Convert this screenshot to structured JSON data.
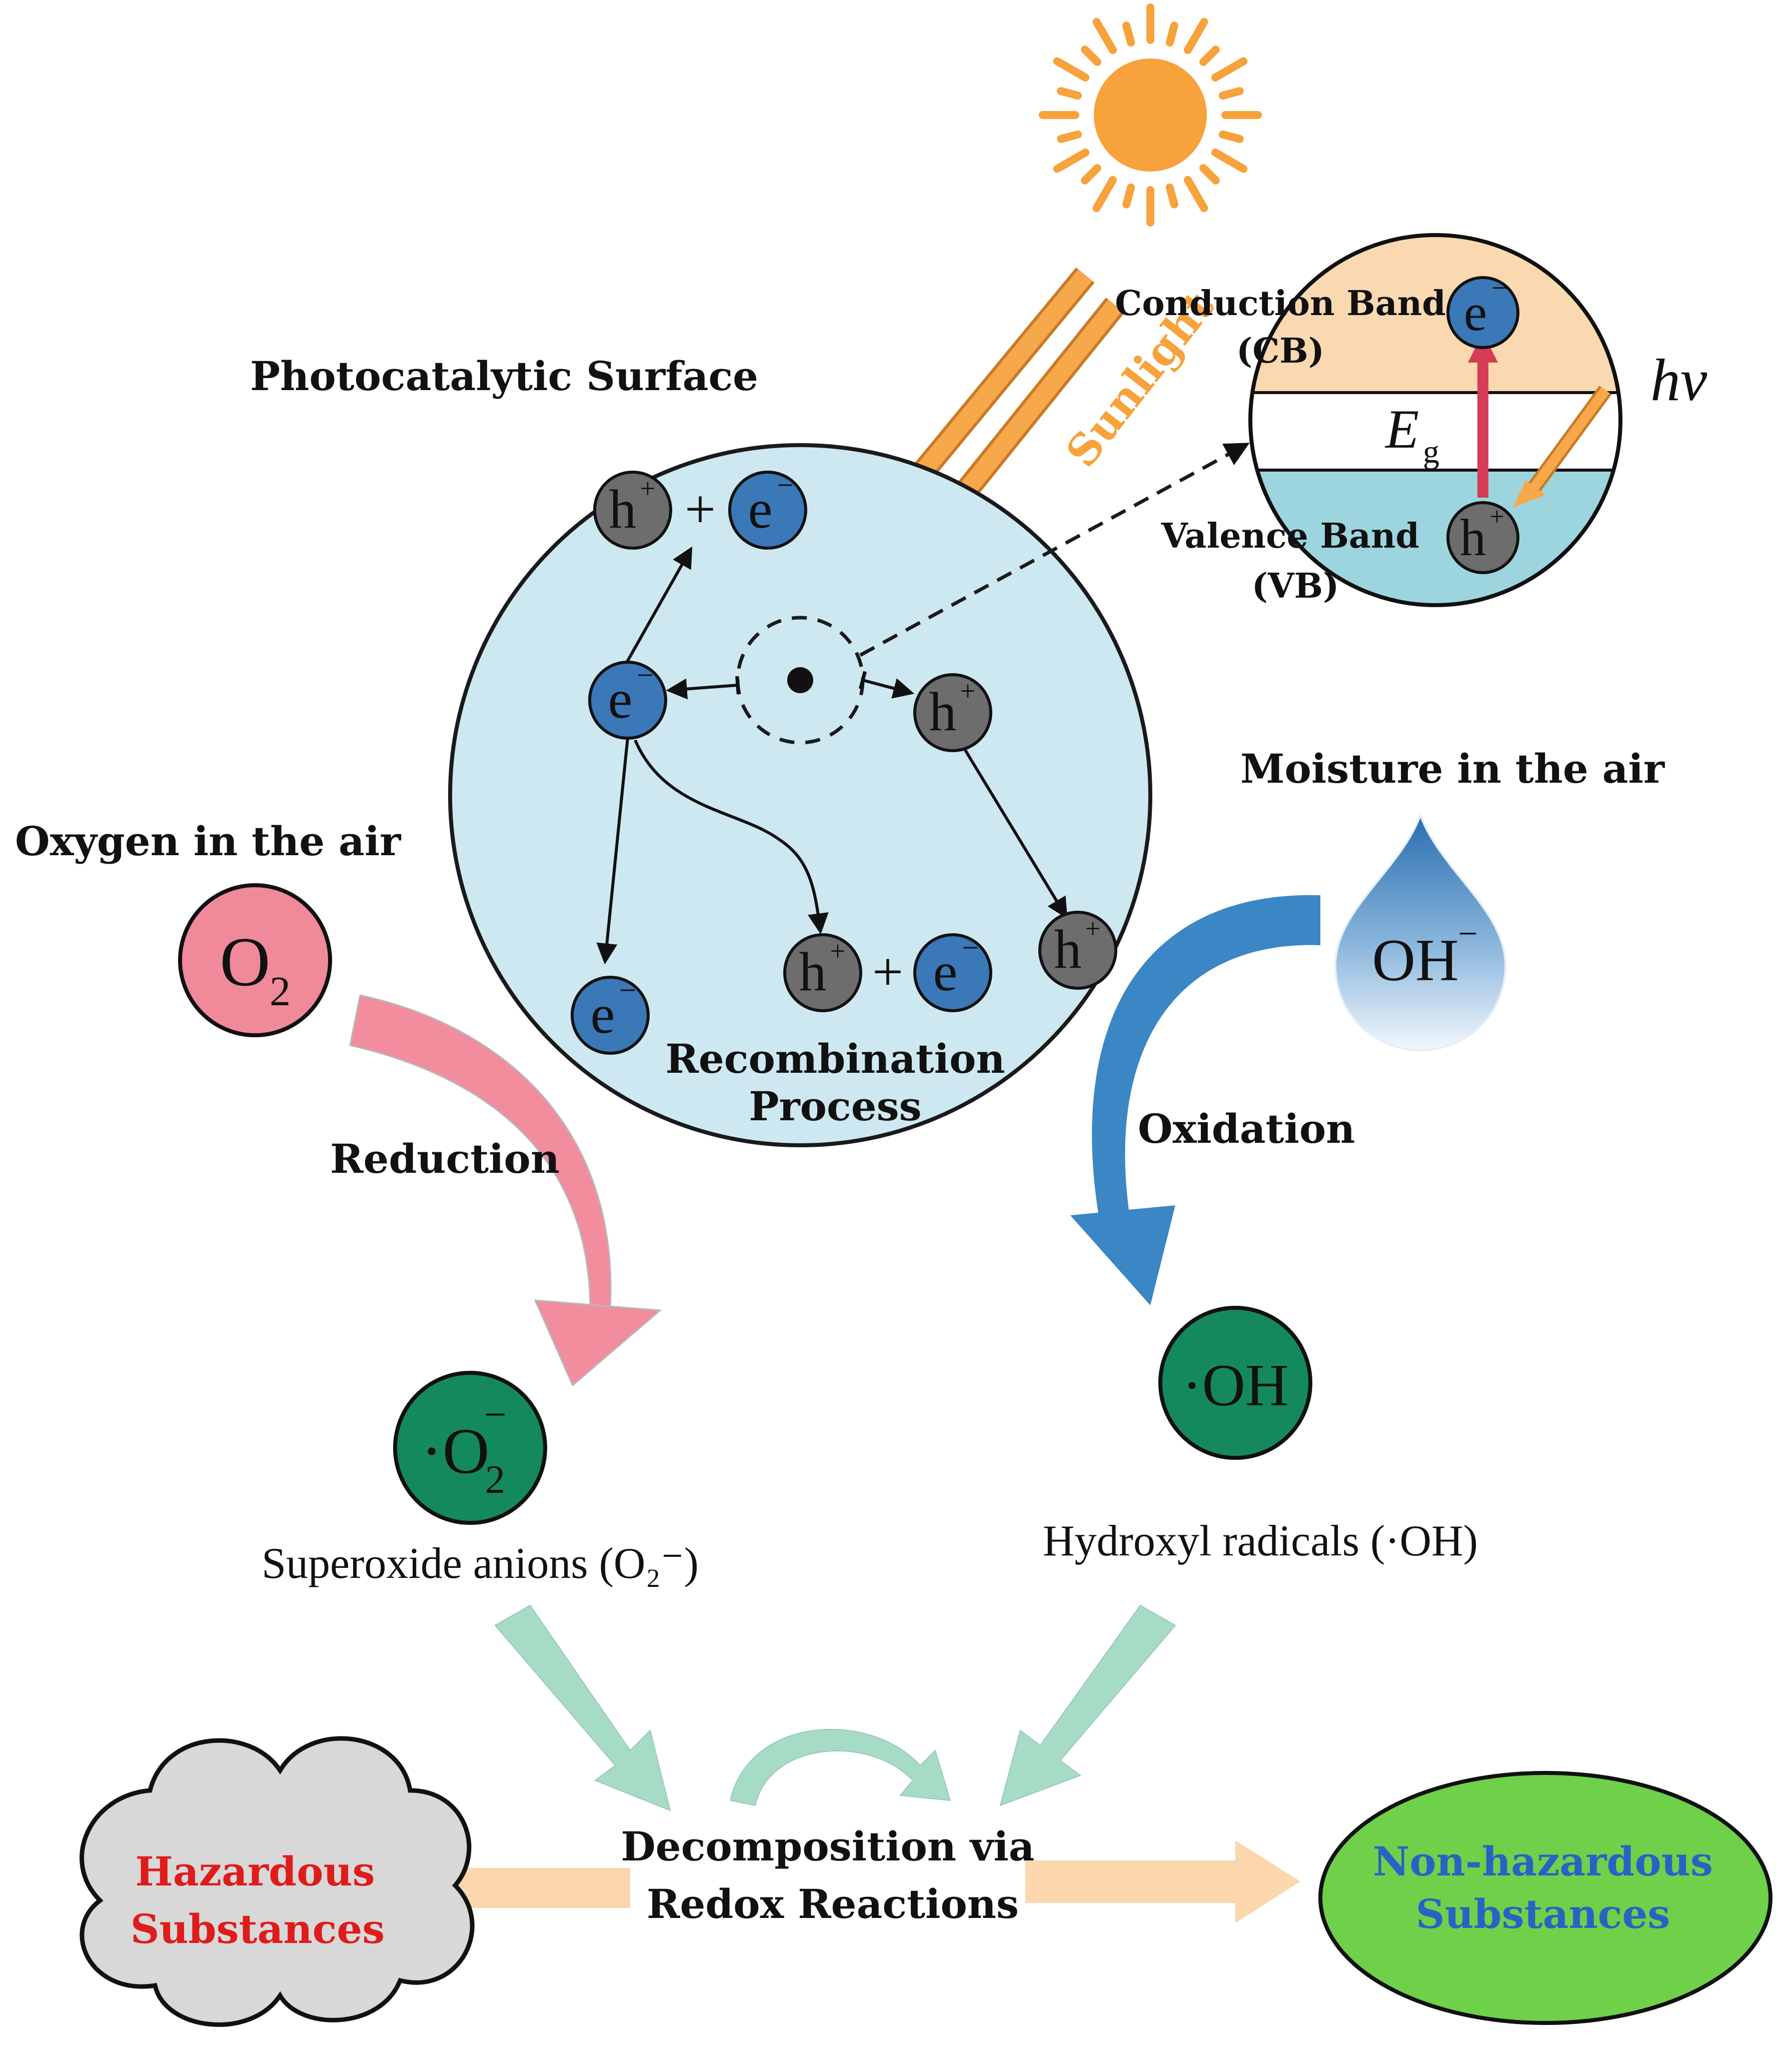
{
  "labels": {
    "photocatalytic_surface": "Photocatalytic Surface",
    "sunlight": "Sunlight",
    "conduction_band": "Conduction Band",
    "cb": "(CB)",
    "valence_band": "Valence Band",
    "vb": "(VB)",
    "hv": "hv",
    "eg_main": "E",
    "eg_sub": "g",
    "recombination_line1": "Recombination",
    "recombination_line2": "Process",
    "oxygen_in_air": "Oxygen in the air",
    "moisture_in_air": "Moisture in the air",
    "reduction": "Reduction",
    "oxidation": "Oxidation",
    "superoxide": "Superoxide anions (O₂⁻)",
    "hydroxyl": "Hydroxyl radicals (·OH)",
    "decomposition_line1": "Decomposition via",
    "decomposition_line2": "Redox Reactions",
    "hazardous_line1": "Hazardous",
    "hazardous_line2": "Substances",
    "nonhazardous_line1": "Non-hazardous",
    "nonhazardous_line2": "Substances"
  },
  "particles": {
    "electron": "e",
    "hole": "h",
    "plus": "+",
    "o2": "O",
    "o2_sub": "2",
    "oh": "OH",
    "minus": "−",
    "superscript_plus": "+",
    "dot_o2": "·O",
    "dot_oh": "·OH"
  },
  "colors": {
    "catalyst_fill": "#cde8f0",
    "electron_fill": "#3a78b8",
    "hole_fill": "#6d6d6d",
    "oxygen_fill": "#f08a9a",
    "radical_fill": "#148a5c",
    "cb_fill": "#fad9b0",
    "vb_fill": "#9dd5df",
    "sun_fill": "#f7a23b",
    "sunlight_beam": "#f7a84a",
    "reduction_arrow": "#f28d9e",
    "oxidation_arrow": "#3b86c4",
    "mint_arrow": "#a6dcc6",
    "process_arrow": "#fcd6ad",
    "hazardous_text": "#e01b1b",
    "nonhazardous_fill": "#6fd04a",
    "nonhazardous_text": "#2a62c4",
    "cloud_fill": "#d8d8d8",
    "eg_arrow": "#d63c55"
  }
}
